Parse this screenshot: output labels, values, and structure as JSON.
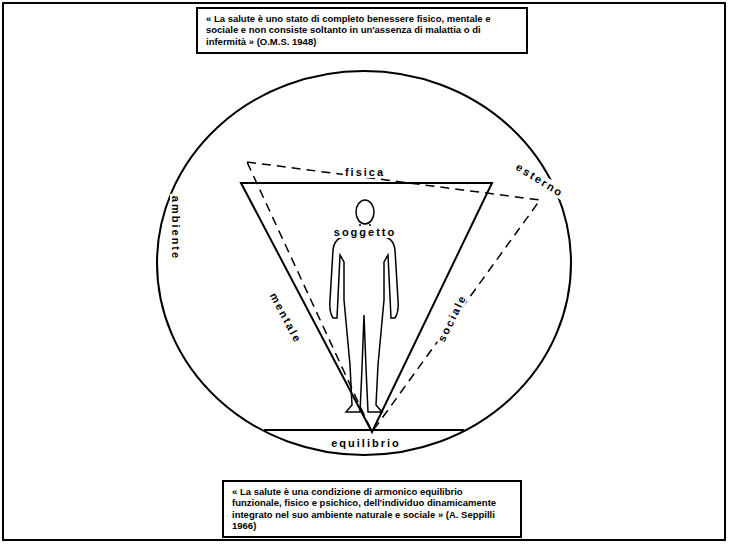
{
  "diagram": {
    "nodes": [
      {
        "text": [
          "« La salute è uno stato di completo benessere fisico, mentale e sociale e non consiste soltanto in un'assenza di malattia o di infermità » (O.M.S. 1948)"
        ]
      },
      {
        "text": [
          "« La salute è una condizione di armonico equilibrio funzionale, fisico e psichico, dell'individuo dinamicamente integrato nel suo ambiente naturale e sociale » (A. Seppilli 1966)"
        ]
      }
    ],
    "labels": [
      "fisica",
      "esterno",
      "ambiente",
      "soggetto",
      "mentale",
      "sociale",
      "equilibrio"
    ]
  }
}
